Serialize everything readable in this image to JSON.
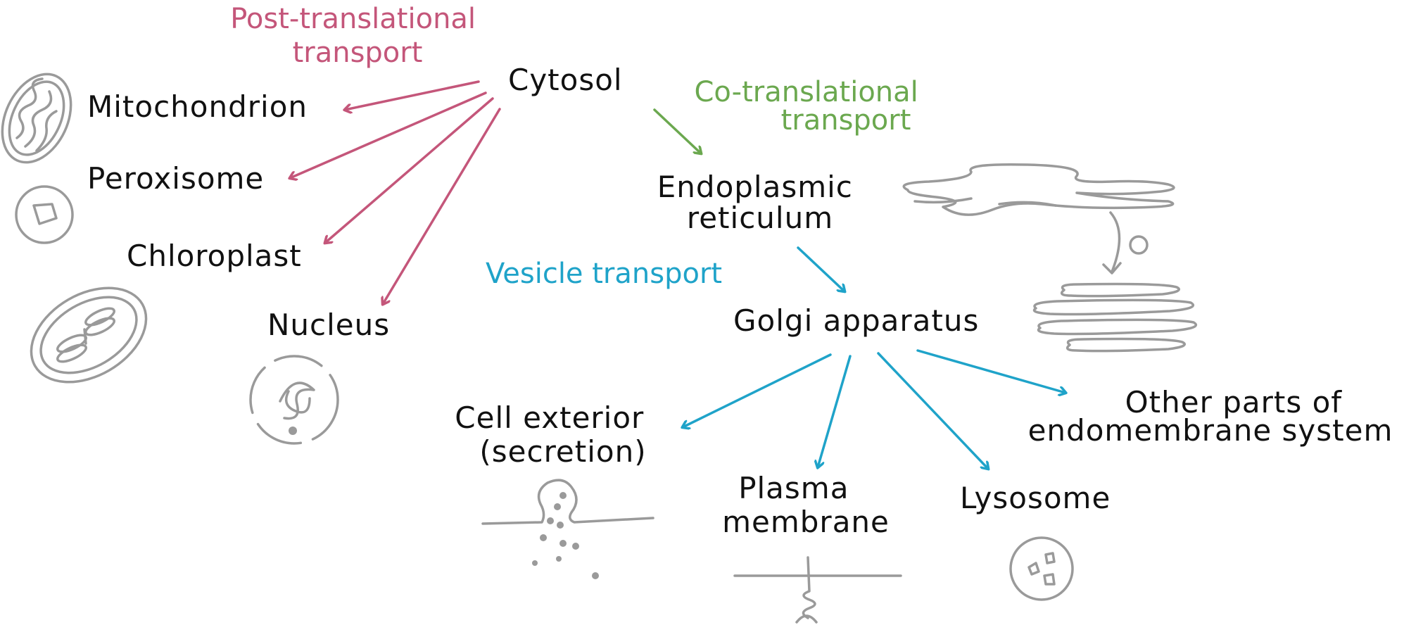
{
  "colors": {
    "post_translational": "#c4567a",
    "co_translational": "#6ba84f",
    "vesicle": "#1fa3c9",
    "label": "#111111",
    "illustration": "#9a9a9a"
  },
  "pathways": {
    "post_translational": [
      "Post-translational",
      "transport"
    ],
    "co_translational": [
      "Co-translational",
      "transport"
    ],
    "vesicle": "Vesicle transport"
  },
  "nodes": {
    "cytosol": "Cytosol",
    "mitochondrion": "Mitochondrion",
    "peroxisome": "Peroxisome",
    "chloroplast": "Chloroplast",
    "nucleus": "Nucleus",
    "er": [
      "Endoplasmic",
      "reticulum"
    ],
    "golgi": "Golgi  apparatus",
    "cell_exterior": [
      "Cell  exterior",
      "(secretion)"
    ],
    "plasma_membrane": [
      "Plasma",
      "membrane"
    ],
    "lysosome": "Lysosome",
    "other_parts": [
      "Other  parts  of",
      "endomembrane  system"
    ]
  },
  "icons": {
    "mitochondrion": "mitochondrion-icon",
    "peroxisome": "peroxisome-icon",
    "chloroplast": "chloroplast-icon",
    "nucleus": "nucleus-icon",
    "er_golgi": "er-golgi-icon",
    "secretion": "secretion-icon",
    "plasma_membrane": "membrane-protein-icon",
    "lysosome": "lysosome-icon"
  }
}
